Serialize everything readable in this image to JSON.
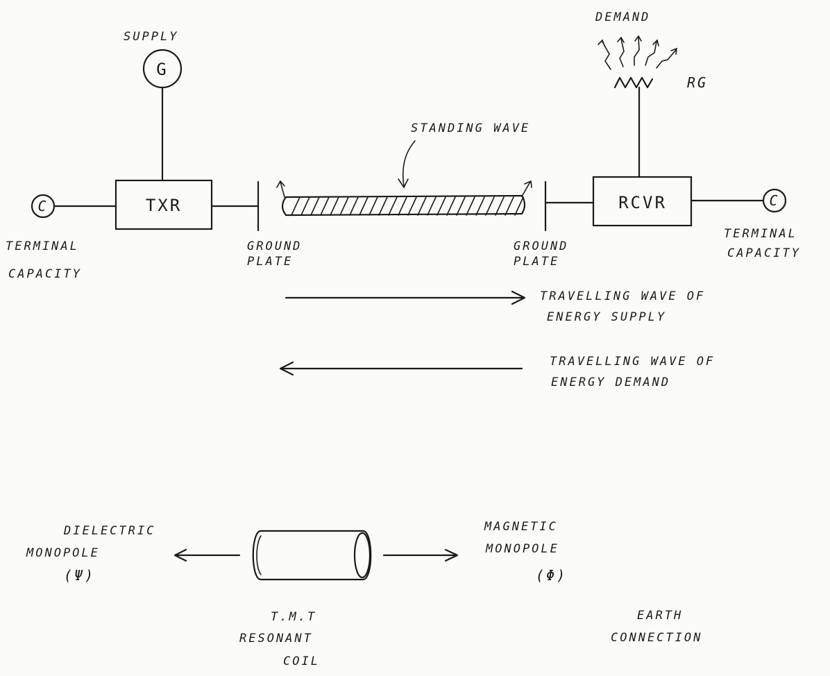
{
  "transmission": {
    "supply": "SUPPLY",
    "generator": "G",
    "transmitter": "TXR",
    "receiver": "RCVR",
    "left_capacitor": "C",
    "right_capacitor": "C",
    "demand": "DEMAND",
    "load": "RG",
    "standing_wave": "STANDING WAVE",
    "left_terminal_1": "TERMINAL",
    "left_terminal_2": "CAPACITY",
    "right_terminal_1": "TERMINAL",
    "right_terminal_2": "CAPACITY",
    "left_ground_1": "GROUND",
    "left_ground_2": "PLATE",
    "right_ground_1": "GROUND",
    "right_ground_2": "PLATE",
    "supply_wave_1": "TRAVELLING WAVE OF",
    "supply_wave_2": "ENERGY SUPPLY",
    "demand_wave_1": "TRAVELLING WAVE OF",
    "demand_wave_2": "ENERGY DEMAND"
  },
  "coil": {
    "dielectric_1": "DIELECTRIC",
    "dielectric_2": "MONOPOLE",
    "dielectric_3": "(Ψ)",
    "magnetic_1": "MAGNETIC",
    "magnetic_2": "MONOPOLE",
    "magnetic_3": "(Φ)",
    "tmt_1": "T.M.T",
    "tmt_2": "RESONANT",
    "tmt_3": "COIL",
    "earth_1": "EARTH",
    "earth_2": "CONNECTION"
  },
  "colors": {
    "ink": "#1a1a1a",
    "paper": "#fbfbf9"
  }
}
